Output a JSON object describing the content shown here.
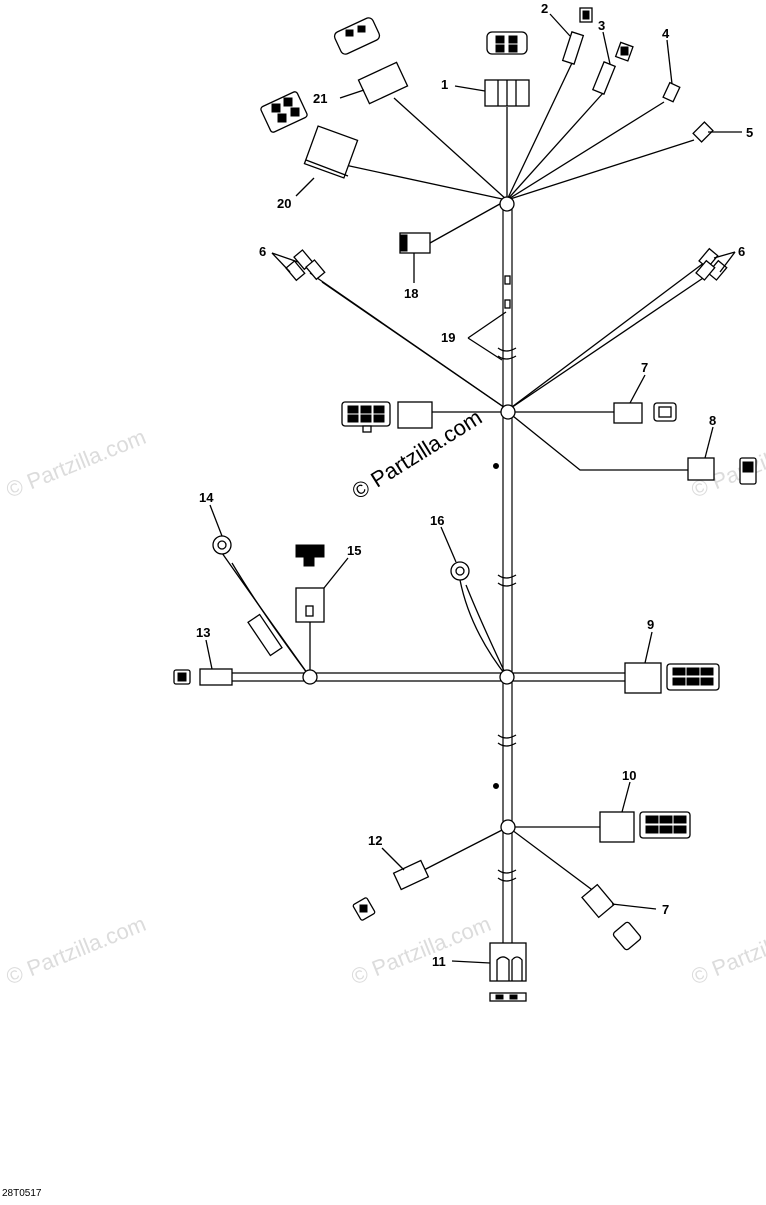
{
  "diagram": {
    "callouts": [
      {
        "id": "c1",
        "text": "1"
      },
      {
        "id": "c2",
        "text": "2"
      },
      {
        "id": "c3",
        "text": "3"
      },
      {
        "id": "c4",
        "text": "4"
      },
      {
        "id": "c5",
        "text": "5"
      },
      {
        "id": "c6a",
        "text": "6"
      },
      {
        "id": "c6b",
        "text": "6"
      },
      {
        "id": "c7a",
        "text": "7"
      },
      {
        "id": "c7b",
        "text": "7"
      },
      {
        "id": "c8",
        "text": "8"
      },
      {
        "id": "c9",
        "text": "9"
      },
      {
        "id": "c10",
        "text": "10"
      },
      {
        "id": "c11",
        "text": "11"
      },
      {
        "id": "c12",
        "text": "12"
      },
      {
        "id": "c13",
        "text": "13"
      },
      {
        "id": "c14",
        "text": "14"
      },
      {
        "id": "c15",
        "text": "15"
      },
      {
        "id": "c16",
        "text": "16"
      },
      {
        "id": "c18",
        "text": "18"
      },
      {
        "id": "c19",
        "text": "19"
      },
      {
        "id": "c20",
        "text": "20"
      },
      {
        "id": "c21",
        "text": "21"
      }
    ],
    "watermark": "© Partzilla.com",
    "figure_code": "28T0517"
  }
}
